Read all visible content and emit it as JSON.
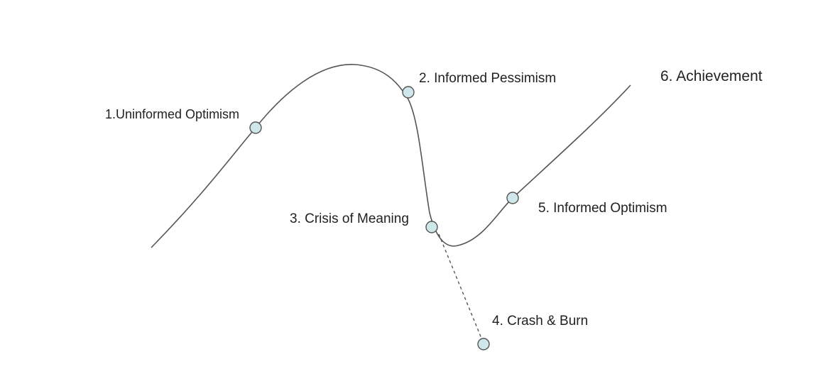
{
  "diagram": {
    "stages": [
      {
        "label": "1.Uninformed Optimism"
      },
      {
        "label": "2. Informed Pessimism"
      },
      {
        "label": "3. Crisis of Meaning"
      },
      {
        "label": "4. Crash & Burn"
      },
      {
        "label": "5. Informed Optimism"
      },
      {
        "label": "6. Achievement"
      }
    ]
  },
  "colors": {
    "curve": "#555555",
    "marker_fill": "#cfe6ea",
    "text": "#222222"
  }
}
